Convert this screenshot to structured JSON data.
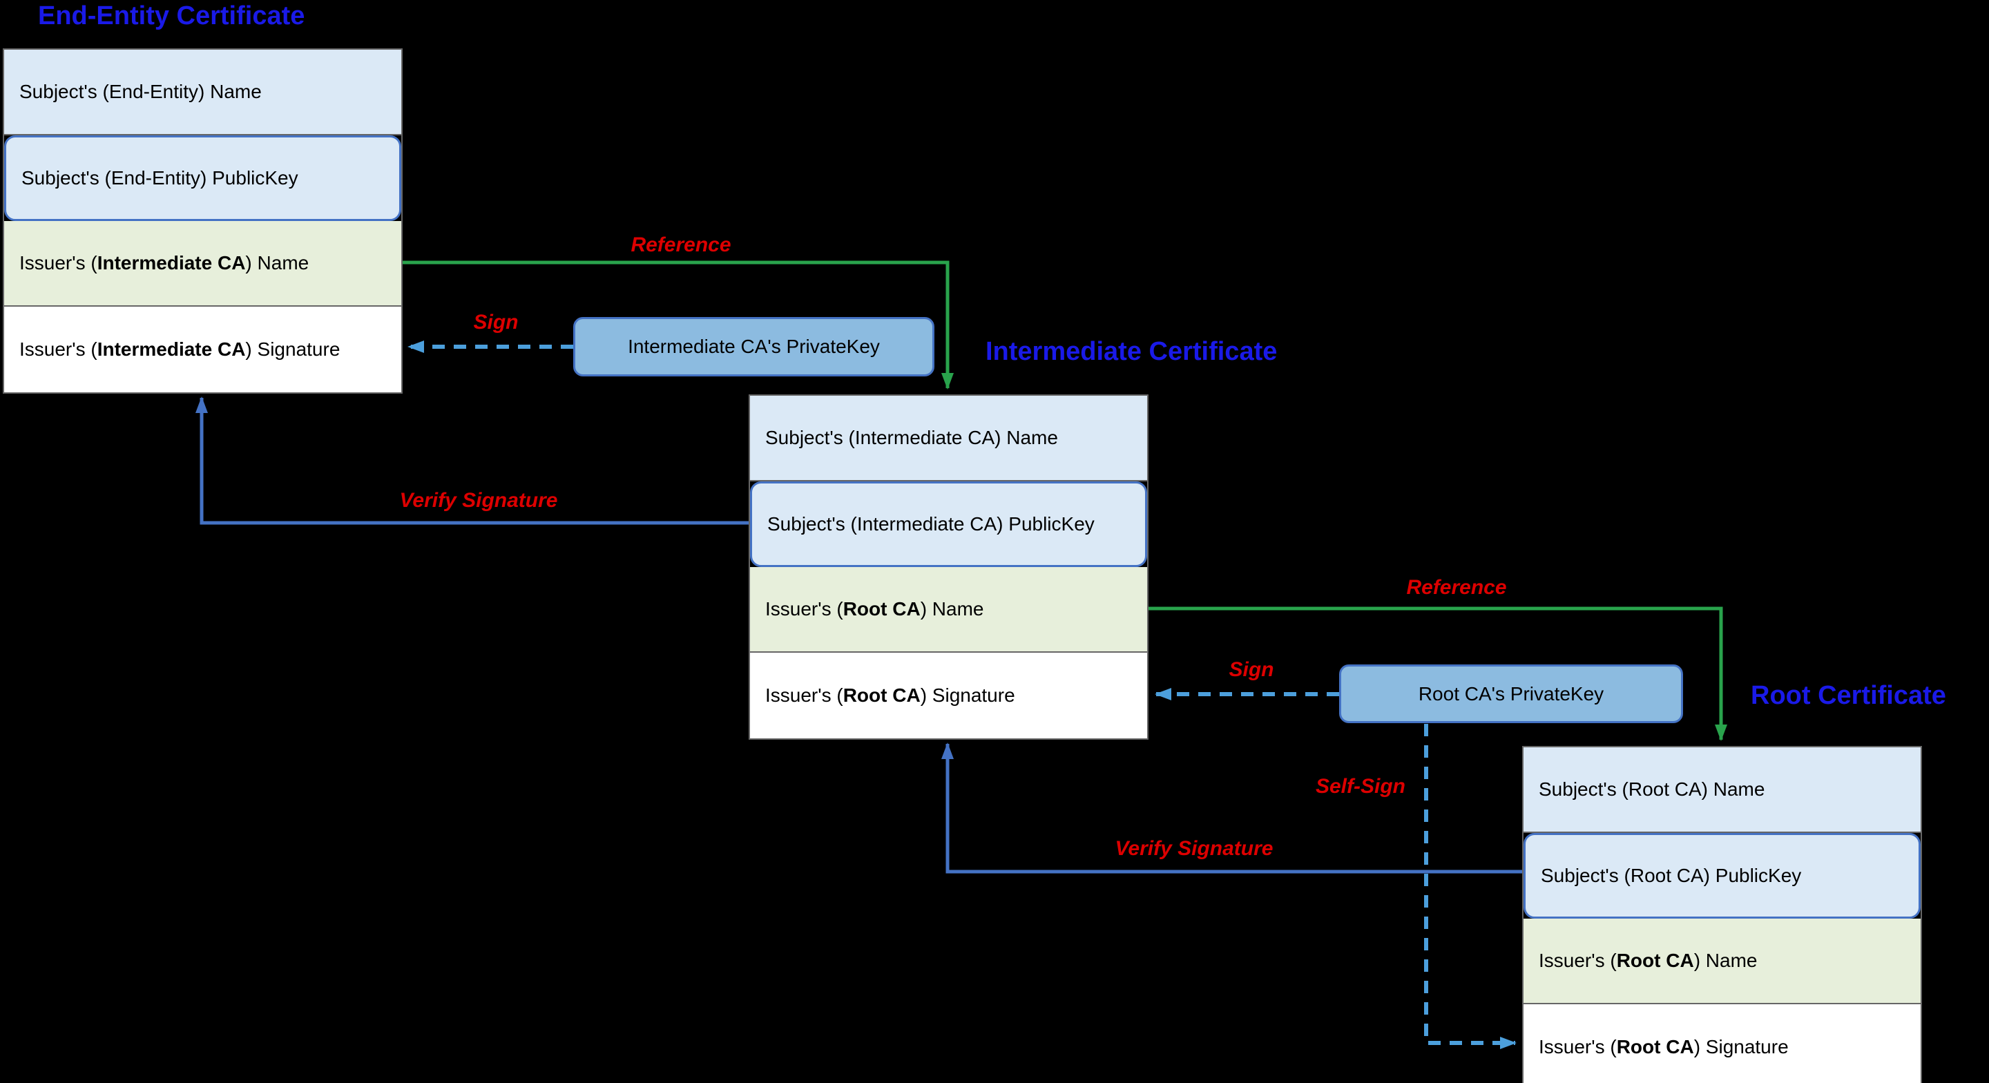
{
  "colors": {
    "background": "#000000",
    "title_blue": "#1a1ae8",
    "label_red": "#dd0000",
    "reference_arrow_green": "#29a34c",
    "verify_arrow_blue": "#4472c4",
    "sign_arrow_blue": "#4c9fdc",
    "row_blue_fill": "#dbe9f6",
    "row_green_fill": "#e7efdb",
    "row_white_fill": "#ffffff",
    "privatekey_fill": "#8cbbe0",
    "border_gray": "#666666"
  },
  "certificates": [
    {
      "title": "End-Entity Certificate",
      "rows": [
        {
          "pre": "Subject's (End-Entity) Name",
          "bold": "",
          "post": ""
        },
        {
          "pre": "Subject's (End-Entity) PublicKey",
          "bold": "",
          "post": ""
        },
        {
          "pre": "Issuer's (",
          "bold": "Intermediate CA",
          "post": ") Name"
        },
        {
          "pre": "Issuer's (",
          "bold": "Intermediate CA",
          "post": ") Signature"
        }
      ]
    },
    {
      "title": "Intermediate Certificate",
      "rows": [
        {
          "pre": "Subject's (Intermediate CA) Name",
          "bold": "",
          "post": ""
        },
        {
          "pre": "Subject's (Intermediate CA) PublicKey",
          "bold": "",
          "post": ""
        },
        {
          "pre": "Issuer's (",
          "bold": "Root CA",
          "post": ") Name"
        },
        {
          "pre": "Issuer's (",
          "bold": "Root CA",
          "post": ") Signature"
        }
      ]
    },
    {
      "title": "Root Certificate",
      "rows": [
        {
          "pre": "Subject's (Root CA) Name",
          "bold": "",
          "post": ""
        },
        {
          "pre": "Subject's (Root CA) PublicKey",
          "bold": "",
          "post": ""
        },
        {
          "pre": "Issuer's (",
          "bold": "Root CA",
          "post": ") Name"
        },
        {
          "pre": "Issuer's (",
          "bold": "Root CA",
          "post": ") Signature"
        }
      ]
    }
  ],
  "private_keys": [
    {
      "label": "Intermediate CA's PrivateKey"
    },
    {
      "label": "Root CA's PrivateKey"
    }
  ],
  "arrow_labels": {
    "reference_1": "Reference",
    "sign_1": "Sign",
    "verify_1": "Verify Signature",
    "reference_2": "Reference",
    "sign_2": "Sign",
    "verify_2": "Verify Signature",
    "self_sign": "Self-Sign"
  }
}
